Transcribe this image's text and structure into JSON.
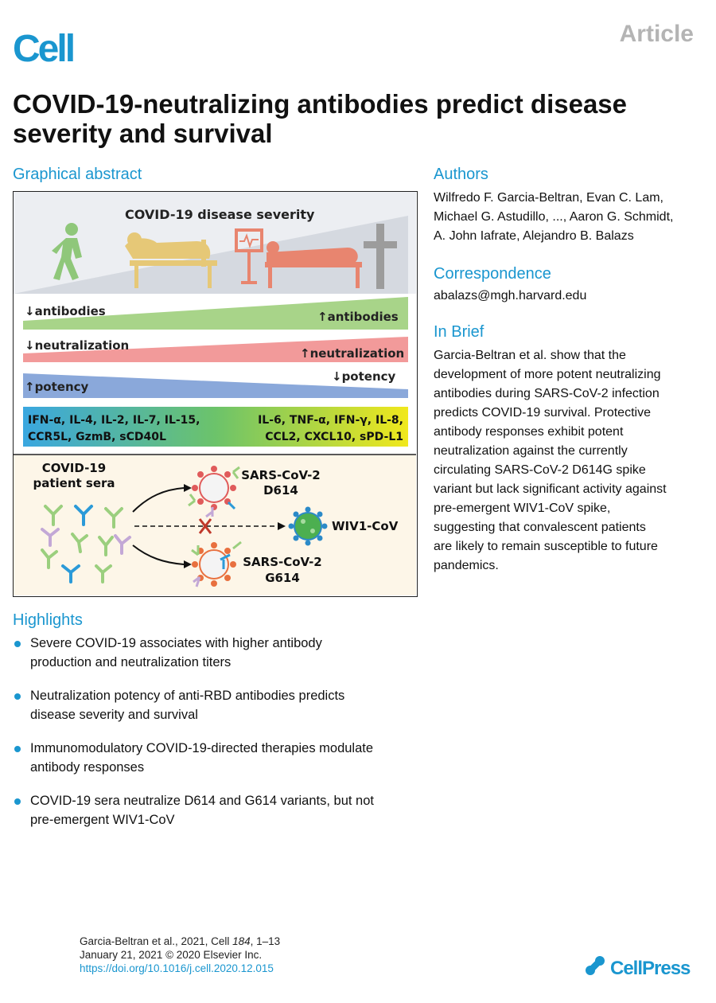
{
  "header": {
    "journal": "Cell",
    "article_type": "Article"
  },
  "title": "COVID-19-neutralizing antibodies predict disease severity and survival",
  "graphical_abstract": {
    "heading": "Graphical abstract",
    "severity_label": "COVID-19 disease severity",
    "bars": {
      "antibodies_low": "↓antibodies",
      "antibodies_high": "↑antibodies",
      "neutralization_low": "↓neutralization",
      "neutralization_high": "↑neutralization",
      "potency_high": "↑potency",
      "potency_low": "↓potency"
    },
    "cytokines": {
      "left_line1": "IFN-α, IL-4, IL-2, IL-7, IL-15,",
      "left_line2": "CCR5L, GzmB, sCD40L",
      "right_line1": "IL-6, TNF-α, IFN-γ, IL-8,",
      "right_line2": "CCL2, CXCL10, sPD-L1"
    },
    "sera": {
      "line1": "COVID-19",
      "line2": "patient sera"
    },
    "viruses": {
      "d614_line1": "SARS-CoV-2",
      "d614_line2": "D614",
      "wiv1": "WIV1-CoV",
      "g614_line1": "SARS-CoV-2",
      "g614_line2": "G614"
    },
    "colors": {
      "antibody_green": "#9bcf7e",
      "neutralization_red": "#ef8a8a",
      "potency_blue": "#7d9ed4",
      "patient_yellow": "#e6c877",
      "icu_red": "#e8856f",
      "virus_green": "#4caf50"
    }
  },
  "authors": {
    "heading": "Authors",
    "line1": "Wilfredo F. Garcia-Beltran, Evan C. Lam,",
    "line2": "Michael G. Astudillo, ..., Aaron G. Schmidt,",
    "line3": "A. John Iafrate, Alejandro B. Balazs"
  },
  "correspondence": {
    "heading": "Correspondence",
    "email": "abalazs@mgh.harvard.edu"
  },
  "in_brief": {
    "heading": "In Brief",
    "lines": [
      "Garcia-Beltran et al. show that the",
      "development of more potent neutralizing",
      "antibodies during SARS-CoV-2 infection",
      "predicts COVID-19 survival. Protective",
      "antibody responses exhibit potent",
      "neutralization against the currently",
      "circulating SARS-CoV-2 D614G spike",
      "variant but lack significant activity against",
      "pre-emergent WIV1-CoV spike,",
      "suggesting that convalescent patients",
      "are likely to remain susceptible to future",
      "pandemics."
    ]
  },
  "highlights": {
    "heading": "Highlights",
    "items": [
      {
        "line1": "Severe COVID-19 associates with higher antibody",
        "line2": "production and neutralization titers"
      },
      {
        "line1": "Neutralization potency of anti-RBD antibodies predicts",
        "line2": "disease severity and survival"
      },
      {
        "line1": "Immunomodulatory COVID-19-directed therapies modulate",
        "line2": "antibody responses"
      },
      {
        "line1": "COVID-19 sera neutralize D614 and G614 variants, but not",
        "line2": "pre-emergent WIV1-CoV"
      }
    ]
  },
  "footer": {
    "line1_prefix": "Garcia-Beltran et al., 2021, Cell ",
    "volume": "184",
    "line1_suffix": ", 1–13",
    "line2": "January 21, 2021 © 2020 Elsevier Inc.",
    "doi": "https://doi.org/10.1016/j.cell.2020.12.015",
    "publisher": "CellPress"
  }
}
